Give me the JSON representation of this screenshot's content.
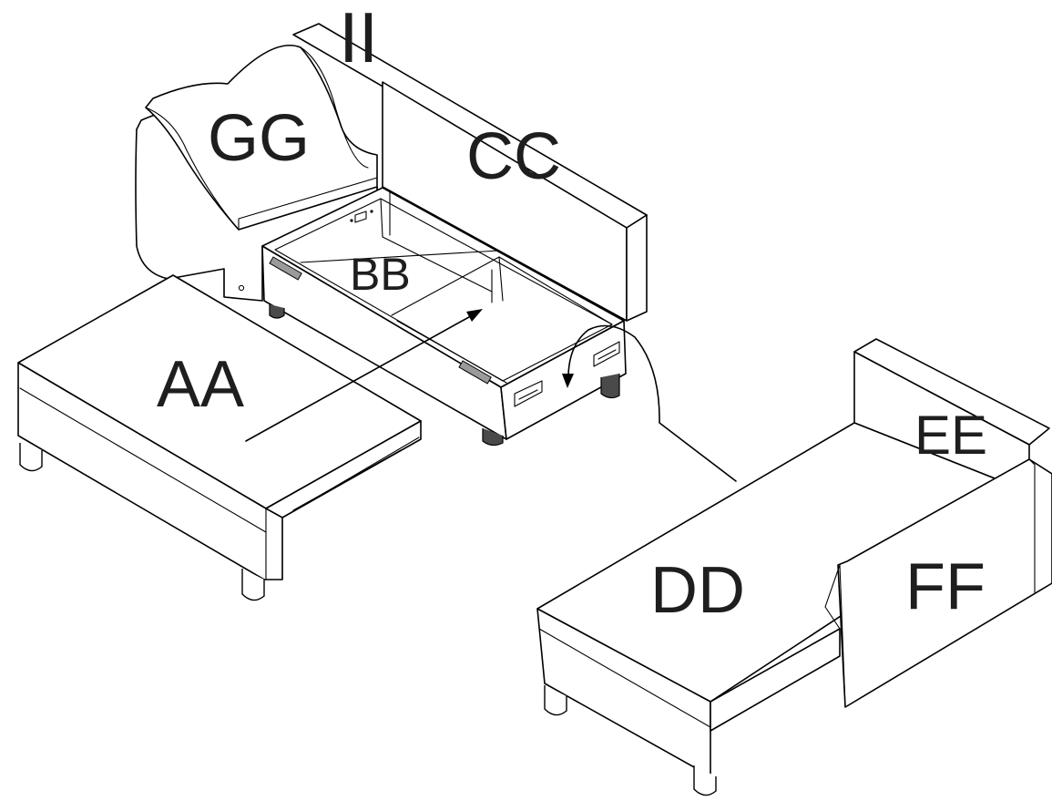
{
  "labels": {
    "aa": "AA",
    "bb": "BB",
    "cc": "CC",
    "dd": "DD",
    "ee": "EE",
    "ff": "FF",
    "gg": "GG",
    "ii": "II"
  },
  "colors": {
    "line": "#000000",
    "text": "#1e1e1e",
    "background": "#ffffff",
    "leg_dark": "#4a4a4a",
    "strip": "#9a9a9a"
  }
}
